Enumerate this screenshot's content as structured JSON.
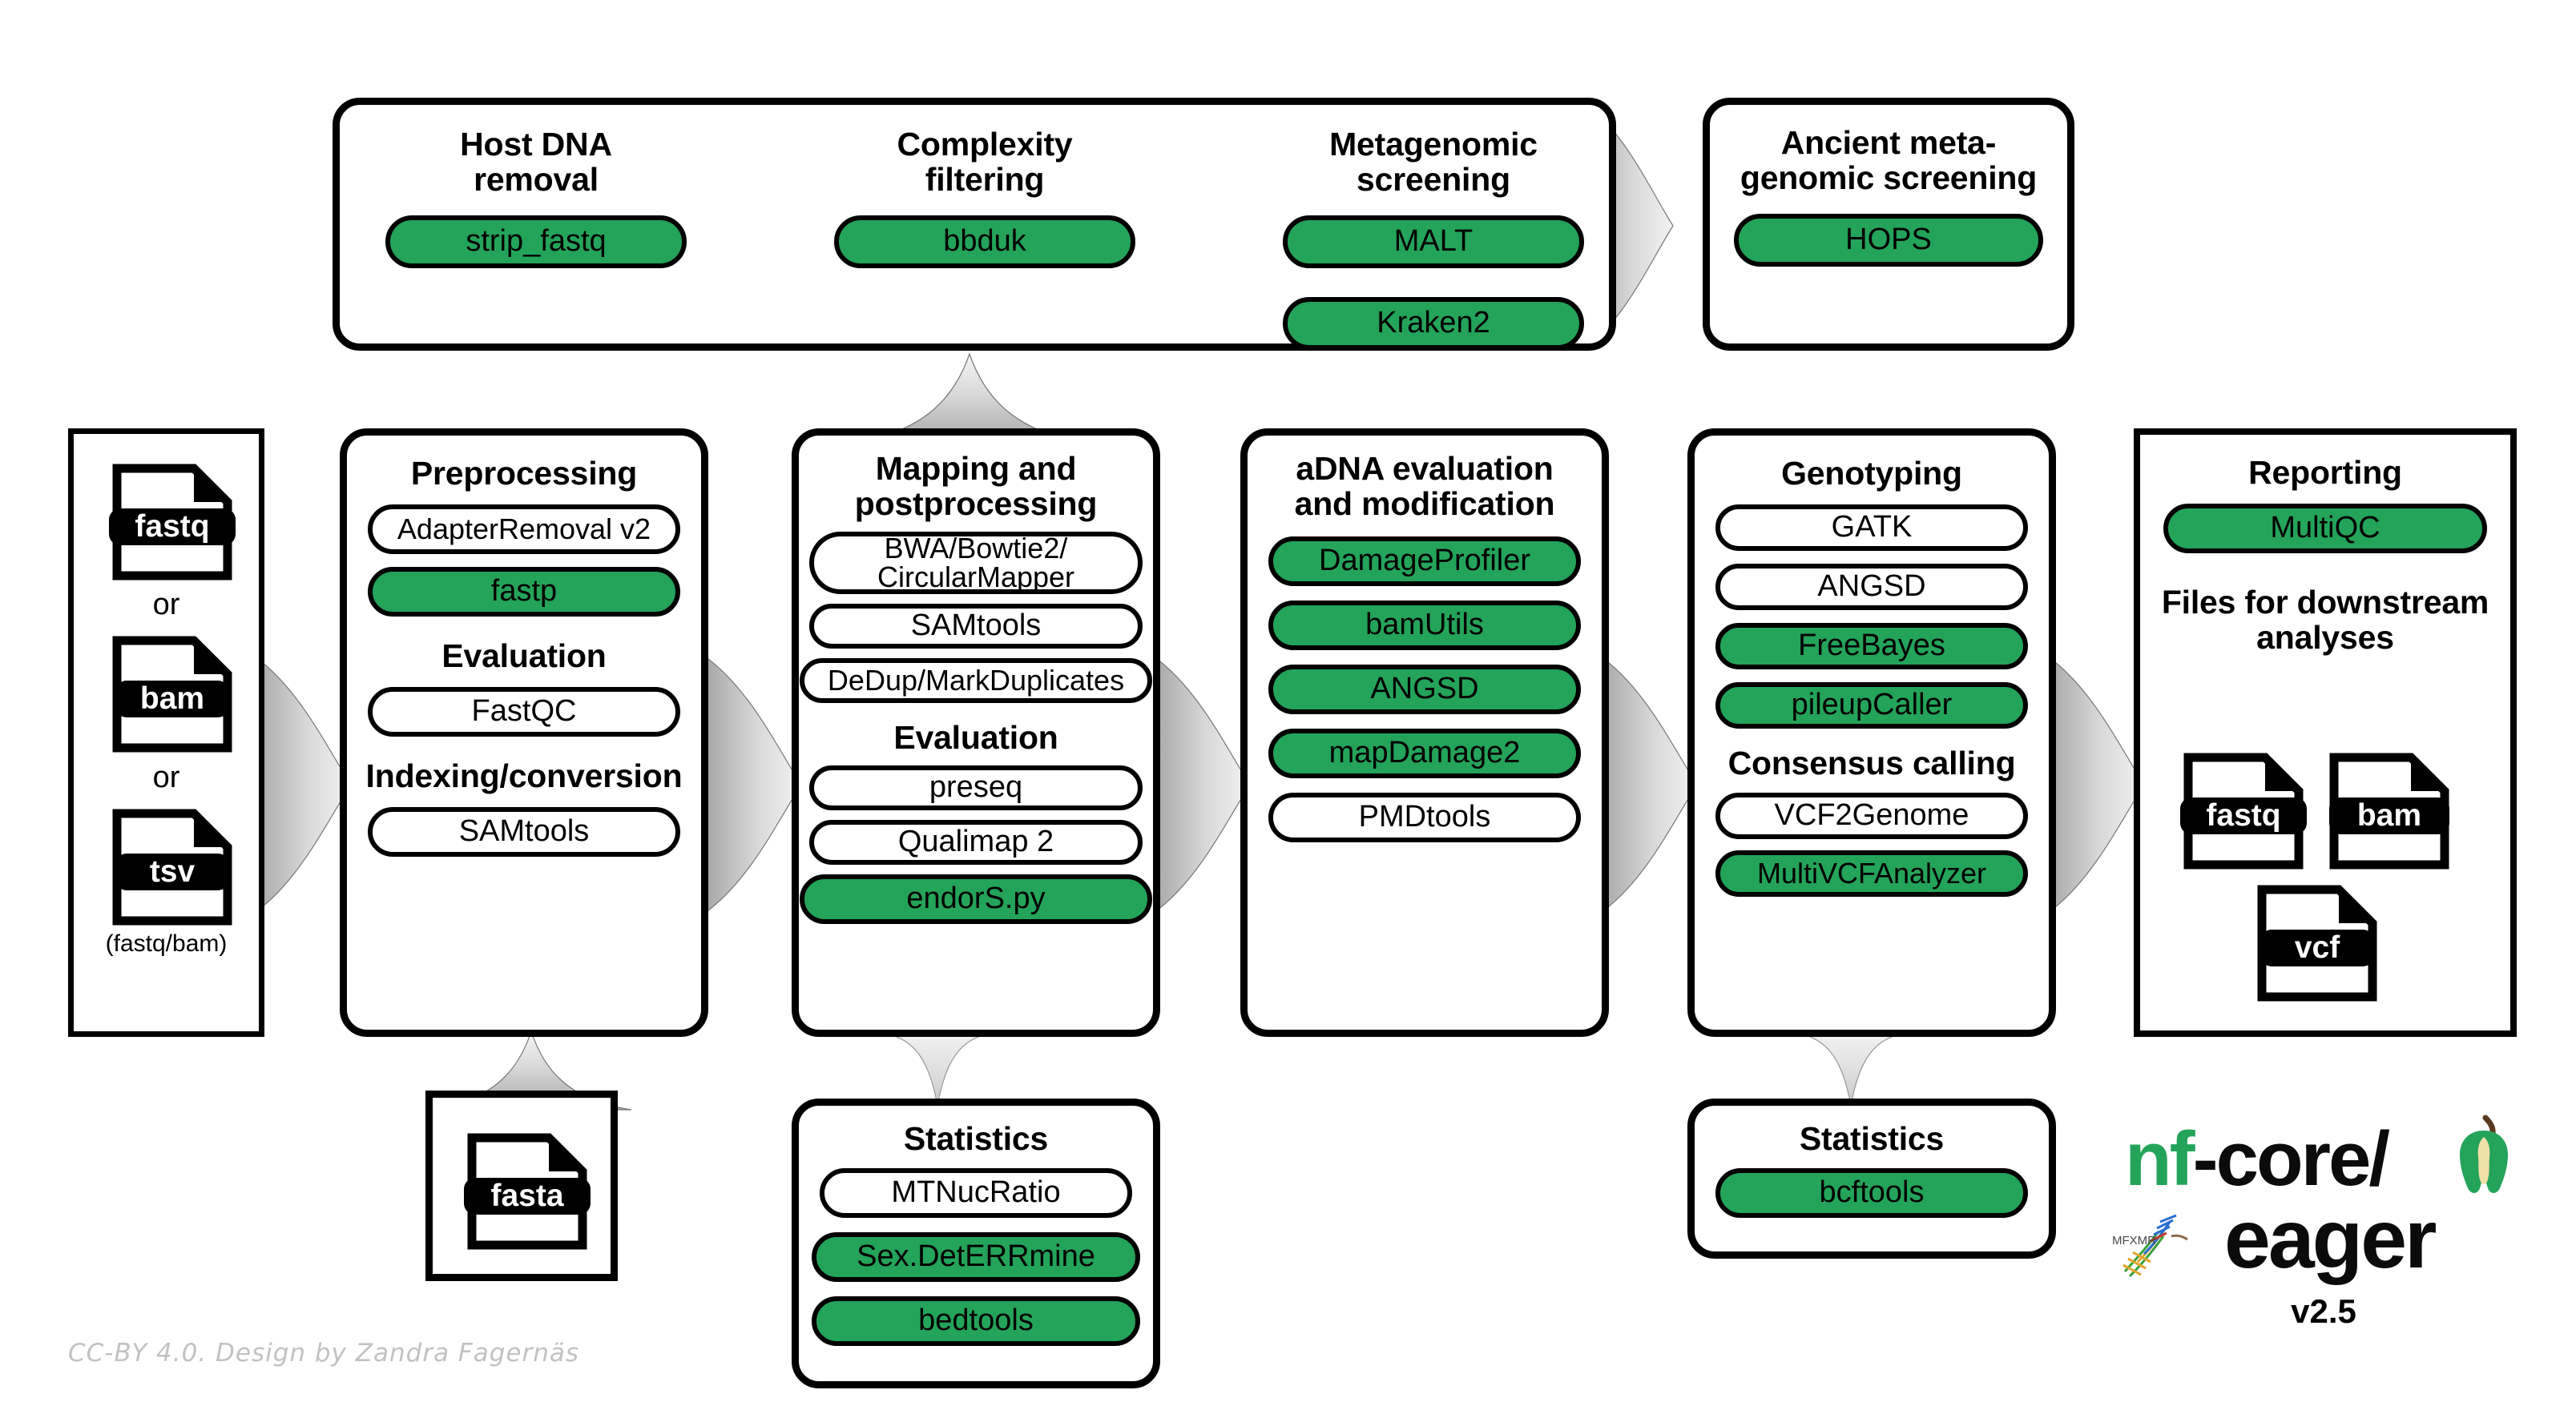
{
  "diagram": {
    "title": "nf-core/eager workflow overview",
    "credit": "CC-BY 4.0. Design by Zandra Fagernäs",
    "colors": {
      "accent_green": "#24a35a",
      "outline": "#000000",
      "arrow_gray": "#9d9d9d"
    }
  },
  "logo": {
    "line1_nf": "nf",
    "line1_rest": "-core/",
    "line2": "eager",
    "version": "v2.5",
    "apple_icon": "apple-core-icon",
    "dna_icon": "dna-helix-icon"
  },
  "input": {
    "files": [
      {
        "label": "fastq",
        "icon": "fastq-file-icon"
      },
      {
        "label": "bam",
        "icon": "bam-file-icon"
      },
      {
        "label": "tsv",
        "icon": "tsv-file-icon"
      }
    ],
    "or_1": "or",
    "or_2": "or",
    "note": "(fastq/bam)"
  },
  "reference": {
    "file": {
      "label": "fasta",
      "icon": "fasta-file-icon"
    }
  },
  "top_row": {
    "groups": [
      {
        "title": "Host DNA\nremoval",
        "tools": [
          {
            "label": "strip_fastq",
            "green": true
          }
        ]
      },
      {
        "title": "Complexity\nfiltering",
        "tools": [
          {
            "label": "bbduk",
            "green": true
          }
        ]
      },
      {
        "title": "Metagenomic\nscreening",
        "tools": [
          {
            "label": "MALT",
            "green": true
          },
          {
            "label": "Kraken2",
            "green": true
          }
        ]
      }
    ],
    "ancient": {
      "title": "Ancient meta-\ngenomic screening",
      "tools": [
        {
          "label": "HOPS",
          "green": true
        }
      ]
    }
  },
  "main_row": {
    "preprocessing": {
      "title": "Preprocessing",
      "tools": [
        {
          "label": "AdapterRemoval v2",
          "green": false
        },
        {
          "label": "fastp",
          "green": true
        }
      ],
      "sub1_title": "Evaluation",
      "sub1_tools": [
        {
          "label": "FastQC",
          "green": false
        }
      ],
      "sub2_title": "Indexing/conversion",
      "sub2_tools": [
        {
          "label": "SAMtools",
          "green": false
        }
      ]
    },
    "mapping": {
      "title": "Mapping and\npostprocessing",
      "tools": [
        {
          "label": "BWA/Bowtie2/\nCircularMapper",
          "green": false
        },
        {
          "label": "SAMtools",
          "green": false
        },
        {
          "label": "DeDup/MarkDuplicates",
          "green": false
        }
      ],
      "sub1_title": "Evaluation",
      "sub1_tools": [
        {
          "label": "preseq",
          "green": false
        },
        {
          "label": "Qualimap 2",
          "green": false
        },
        {
          "label": "endorS.py",
          "green": true
        }
      ]
    },
    "adna": {
      "title": "aDNA evaluation\nand modification",
      "tools": [
        {
          "label": "DamageProfiler",
          "green": true
        },
        {
          "label": "bamUtils",
          "green": true
        },
        {
          "label": "ANGSD",
          "green": true
        },
        {
          "label": "mapDamage2",
          "green": true
        },
        {
          "label": "PMDtools",
          "green": false
        }
      ]
    },
    "genotyping": {
      "title": "Genotyping",
      "tools": [
        {
          "label": "GATK",
          "green": false
        },
        {
          "label": "ANGSD",
          "green": false
        },
        {
          "label": "FreeBayes",
          "green": true
        },
        {
          "label": "pileupCaller",
          "green": true
        }
      ],
      "sub1_title": "Consensus calling",
      "sub1_tools": [
        {
          "label": "VCF2Genome",
          "green": false
        },
        {
          "label": "MultiVCFAnalyzer",
          "green": true
        }
      ]
    },
    "reporting": {
      "title": "Reporting",
      "tools": [
        {
          "label": "MultiQC",
          "green": true
        }
      ],
      "downstream_title": "Files for downstream\nanalyses",
      "files": [
        {
          "label": "fastq",
          "icon": "fastq-file-icon"
        },
        {
          "label": "bam",
          "icon": "bam-file-icon"
        },
        {
          "label": "vcf",
          "icon": "vcf-file-icon"
        }
      ]
    }
  },
  "bottom_row": {
    "stats_mapping": {
      "title": "Statistics",
      "tools": [
        {
          "label": "MTNucRatio",
          "green": false
        },
        {
          "label": "Sex.DetERRmine",
          "green": true
        },
        {
          "label": "bedtools",
          "green": true
        }
      ]
    },
    "stats_genotyping": {
      "title": "Statistics",
      "tools": [
        {
          "label": "bcftools",
          "green": true
        }
      ]
    }
  }
}
